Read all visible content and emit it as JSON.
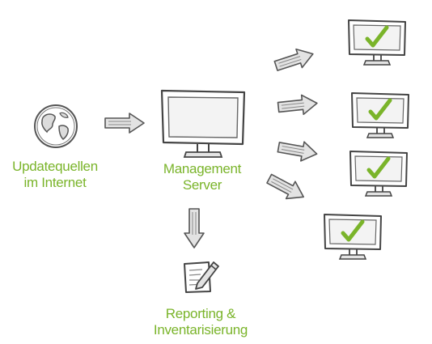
{
  "colors": {
    "accent": "#7ab42a",
    "sketch_stroke": "#555555",
    "sketch_fill": "#e3e3e3",
    "check": "#7ab42a"
  },
  "nodes": {
    "internet": {
      "icon": "globe-icon",
      "label_line1": "Updatequellen",
      "label_line2": "im Internet"
    },
    "server": {
      "icon": "monitor-icon",
      "label_line1": "Management",
      "label_line2": "Server"
    },
    "reporting": {
      "icon": "edit-document-icon",
      "label_line1": "Reporting &",
      "label_line2": "Inventarisierung"
    },
    "clients": [
      {
        "icon": "monitor-check-icon",
        "status": "check"
      },
      {
        "icon": "monitor-check-icon",
        "status": "check"
      },
      {
        "icon": "monitor-check-icon",
        "status": "check"
      },
      {
        "icon": "monitor-check-icon",
        "status": "check"
      }
    ]
  }
}
